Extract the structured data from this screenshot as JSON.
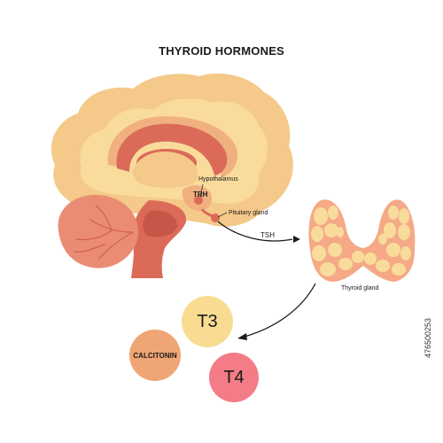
{
  "title": "THYROID HORMONES",
  "labels": {
    "hypothalamus": "Hypothalamus",
    "trh": "TRH",
    "pituitary": "Pituitary gland",
    "tsh": "TSH",
    "thyroid": "Thyroid gland"
  },
  "hormones": {
    "t3": "T3",
    "calcitonin": "CALCITONIN",
    "t4": "T4"
  },
  "watermark": "476500253",
  "colors": {
    "brain_outer": "#f4c98a",
    "brain_inner": "#f9dc9b",
    "limbic": "#f0b080",
    "structure": "#dc6a58",
    "cerebellum": "#ea8c74",
    "thyroid_base": "#f5a986",
    "thyroid_lobule": "#f9dc9b",
    "t3": "#f9dc91",
    "calcitonin": "#f0a574",
    "t4": "#f37c86"
  }
}
